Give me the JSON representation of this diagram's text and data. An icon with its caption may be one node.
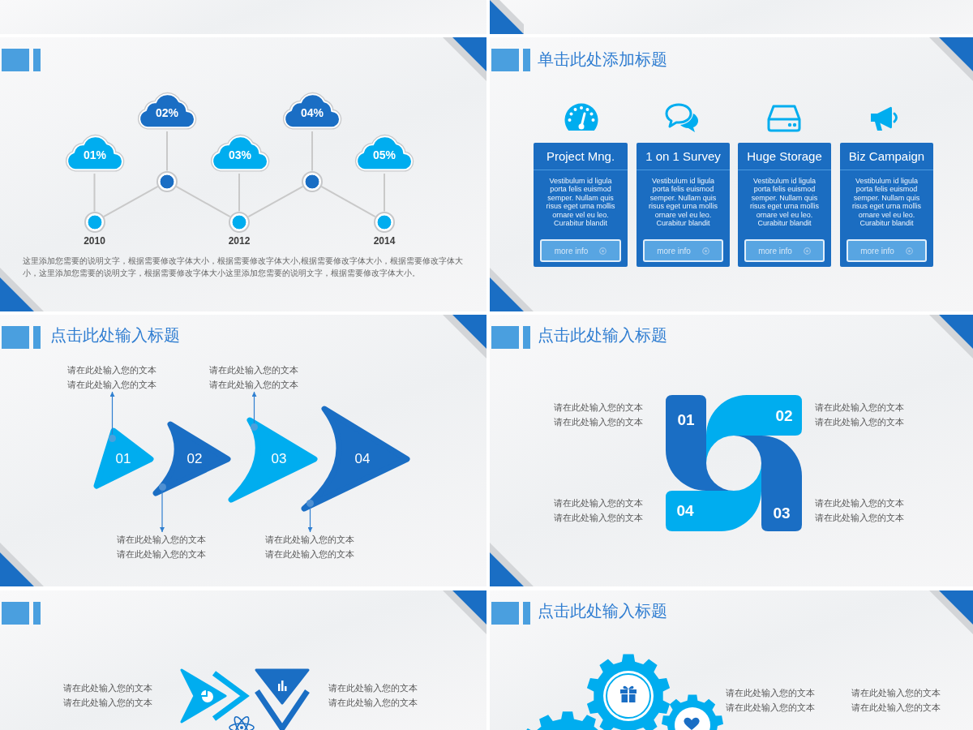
{
  "diagram": {
    "nodes": [
      {
        "text": [
          "01%"
        ]
      },
      {
        "text": [
          "02%"
        ]
      },
      {
        "text": [
          "03%"
        ]
      },
      {
        "text": [
          "04%"
        ]
      },
      {
        "text": [
          "05%"
        ]
      },
      {
        "text": [],
        "shape": "circle",
        "beside": [
          "2010"
        ]
      },
      {
        "text": [],
        "shape": "circle"
      },
      {
        "text": [],
        "shape": "circle",
        "beside": [
          "2012"
        ]
      },
      {
        "text": [],
        "shape": "circle"
      },
      {
        "text": [],
        "shape": "circle",
        "beside": [
          "2014"
        ]
      },
      {
        "text": [
          "Project Mng.",
          "Vestibulum id ligula porta felis euismod semper. Nullam quis risus eget urna mollis ornare vel eu leo. Curabitur blandit"
        ]
      },
      {
        "text": [
          "more info"
        ],
        "in": 10
      },
      {
        "text": [
          "1 on 1 Survey",
          "Vestibulum id ligula porta felis euismod semper. Nullam quis risus eget urna mollis ornare vel eu leo. Curabitur blandit"
        ]
      },
      {
        "text": [
          "more info"
        ],
        "in": 12
      },
      {
        "text": [
          "Huge Storage",
          "Vestibulum id ligula porta felis euismod semper. Nullam quis risus eget urna mollis ornare vel eu leo. Curabitur blandit"
        ]
      },
      {
        "text": [
          "more info"
        ],
        "in": 14
      },
      {
        "text": [
          "Biz Campaign",
          "Vestibulum id ligula porta felis euismod semper. Nullam quis risus eget urna mollis ornare vel eu leo. Curabitur blandit"
        ]
      },
      {
        "text": [
          "more info"
        ],
        "in": 16
      },
      {
        "text": [
          "请在此处输入您的文本请在此处输入您的文本"
        ]
      },
      {
        "text": [
          "请在此处输入您的文本请在此处输入您的文本"
        ]
      },
      {
        "text": [
          "01"
        ]
      },
      {
        "text": [],
        "shape": "circle",
        "in": 20
      },
      {
        "text": [
          "02"
        ]
      },
      {
        "text": [],
        "shape": "circle",
        "in": 22
      },
      {
        "text": [
          "03"
        ]
      },
      {
        "text": [],
        "shape": "circle",
        "in": 24
      },
      {
        "text": [
          "04"
        ]
      },
      {
        "text": [],
        "shape": "circle",
        "in": 26
      },
      {
        "text": [
          "请在此处输入您的文本请在此处输入您的文本"
        ]
      },
      {
        "text": [
          "请在此处输入您的文本请在此处输入您的文本"
        ]
      },
      {
        "text": [
          "01"
        ]
      },
      {
        "text": [
          "02"
        ]
      },
      {
        "text": [
          "04"
        ]
      },
      {
        "text": [
          "03"
        ]
      }
    ],
    "edges": [
      {
        "from": 0,
        "to": 5,
        "arrow": "none"
      },
      {
        "from": 1,
        "to": 6,
        "arrow": "none"
      },
      {
        "from": 2,
        "to": 7,
        "arrow": "none"
      },
      {
        "from": 3,
        "to": 8,
        "arrow": "none"
      },
      {
        "from": 4,
        "to": 9,
        "arrow": "none"
      },
      {
        "from": 5,
        "to": 6,
        "arrow": "none"
      },
      {
        "from": 6,
        "to": 7,
        "arrow": "none"
      },
      {
        "from": 7,
        "to": 8,
        "arrow": "none"
      },
      {
        "from": 8,
        "to": 9,
        "arrow": "none"
      },
      {
        "from": 21,
        "to": 18,
        "arrow": "to",
        "color": "#2f7fd0"
      },
      {
        "from": 23,
        "to": 28,
        "arrow": "to",
        "color": "#2f7fd0"
      },
      {
        "from": 25,
        "to": 19,
        "arrow": "to",
        "color": "#2f7fd0"
      },
      {
        "from": 27,
        "to": 29,
        "arrow": "to",
        "color": "#2f7fd0"
      }
    ],
    "labels": [
      "这里添加您需要的说明文字，根据需要修改字体大小，根据需要修改字体大小,根据需要修改字体大小，根据需要修改字体大小，这里添加您需要的说明文字，根据需要修改字体大小这里添加您需要的说明文字，根据需要修改字体大小。",
      "单击此处添加标题",
      "点击此处输入标题",
      "点击此处输入标题",
      "请在此处输入您的文本请在此处输入您的文本",
      "请在此处输入您的文本请在此处输入您的文本",
      "请在此处输入您的文本请在此处输入您的文本",
      "请在此处输入您的文本请在此处输入您的文本",
      "请在此处输入您的文本请在此处输入您的文本",
      "请在此处输入您的文本请在此处输入您的文本",
      "点击此处输入标题",
      "请在此处输入您的文本请在此处输入您的文本",
      "请在此处输入您的文本请在此处输入您的文本"
    ]
  }
}
